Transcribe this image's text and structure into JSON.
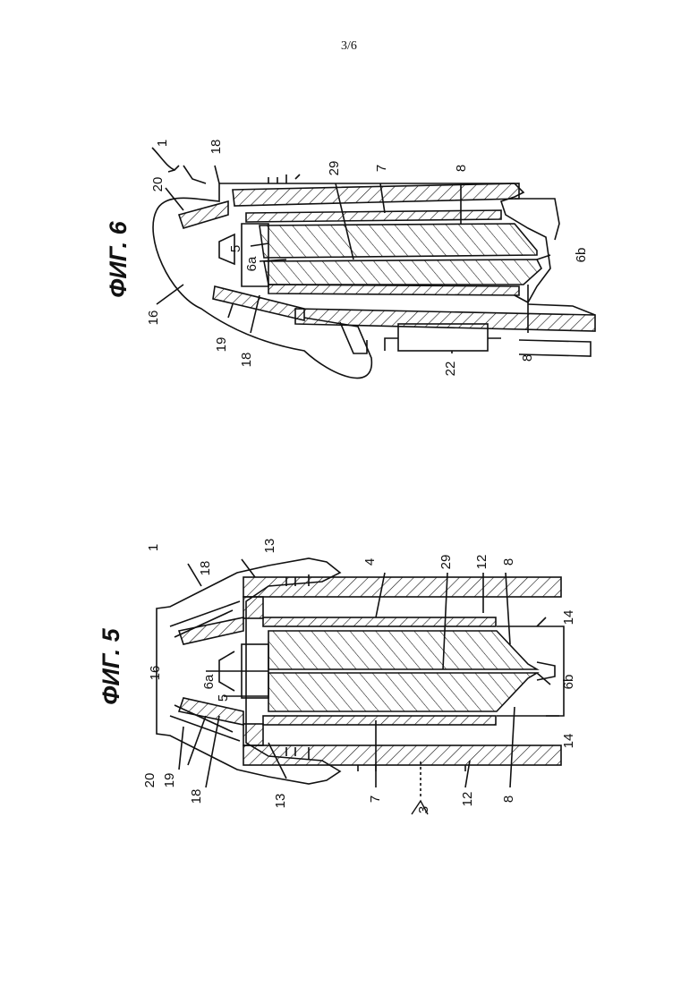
{
  "page": {
    "number": "3/6"
  },
  "figures": [
    {
      "title": "ФИГ. 5",
      "labels": [
        "1",
        "18",
        "13",
        "4",
        "29",
        "12",
        "8",
        "14",
        "16",
        "6a",
        "5",
        "6b",
        "20",
        "19",
        "18",
        "13",
        "7",
        "12",
        "8",
        "14",
        "3"
      ]
    },
    {
      "title": "ФИГ. 6",
      "labels": [
        "1",
        "18",
        "20",
        "29",
        "7",
        "8",
        "5",
        "6a",
        "6b",
        "16",
        "19",
        "18",
        "8",
        "22"
      ]
    }
  ]
}
